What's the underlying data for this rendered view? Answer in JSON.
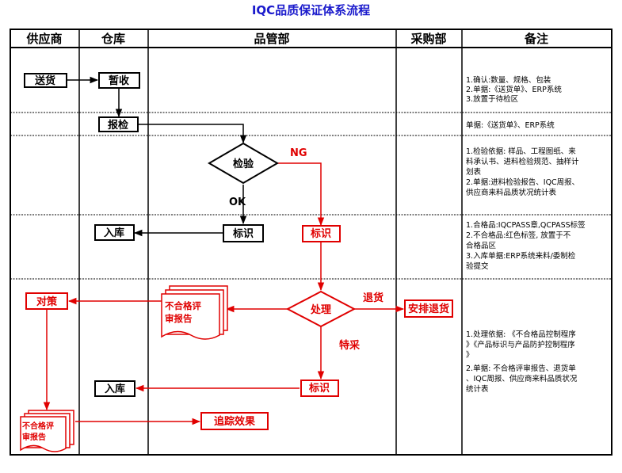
{
  "title": "IQC品质保证体系流程",
  "columns": [
    "供应商",
    "仓库",
    "品管部",
    "采购部",
    "备注"
  ],
  "nodes": {
    "songhuo": "送货",
    "zanshou": "暂收",
    "baojian": "报检",
    "jianyan": "检验",
    "biaoshi_ok": "标识",
    "ruku_1": "入库",
    "biaoshi_ng": "标识",
    "chuli": "处理",
    "anpai_tuihuo": "安排退货",
    "buhege_report_1": [
      "不合格评",
      "审报告"
    ],
    "duice": "对策",
    "biaoshi_tecai": "标识",
    "ruku_2": "入库",
    "buhege_report_2": [
      "不合格评",
      "审报告"
    ],
    "zhuizong": "追踪效果"
  },
  "edge_labels": {
    "ng": "NG",
    "ok": "OK",
    "tuihuo": "退货",
    "tecai": "特采"
  },
  "notes": [
    [
      "1.确认:数量、规格、包装",
      "2.单据:《送货单》、ERP系统",
      "3.放置于待检区"
    ],
    [
      "单据:《送货单》、ERP系统"
    ],
    [
      "1.检验依据: 样品、工程图纸、来",
      "料承认书、进料检验规范、抽样计",
      "划表",
      "2.单据:进料检验报告、IQC周报、",
      "供应商来料品质状况统计表"
    ],
    [
      "1.合格品:IQCPASS章,QCPASS标签",
      "2.不合格品:红色标签, 放置于不",
      "合格品区",
      "3.入库单据:ERP系统来料/委制检",
      "验提交"
    ],
    [
      "1.处理依据: 《不合格品控制程序",
      "》《产品标识与产品防护控制程序",
      "》",
      "2.单据: 不合格评审报告、退货单",
      "、IQC周报、供应商来料品质状况",
      "统计表"
    ]
  ],
  "colors": {
    "title": "#1a1acc",
    "flow": "#000000",
    "reject": "#e00000"
  }
}
